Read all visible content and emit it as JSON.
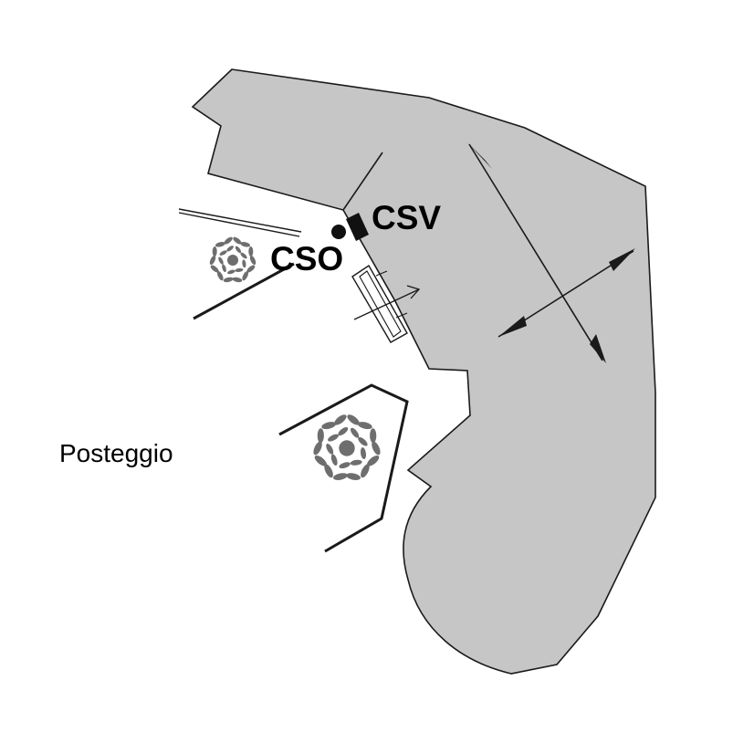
{
  "labels": {
    "csv": "CSV",
    "cso": "CSO",
    "parking": "Posteggio"
  },
  "colors": {
    "area_fill": "#c6c6c6",
    "line": "#1a1a1a",
    "tree": "#6e6e6e",
    "background": "#ffffff"
  },
  "icons": [
    "tree-cluster-icon",
    "entrance-arrow-icon",
    "runway-cross-icon",
    "cso-point-icon",
    "csv-marker-icon"
  ]
}
